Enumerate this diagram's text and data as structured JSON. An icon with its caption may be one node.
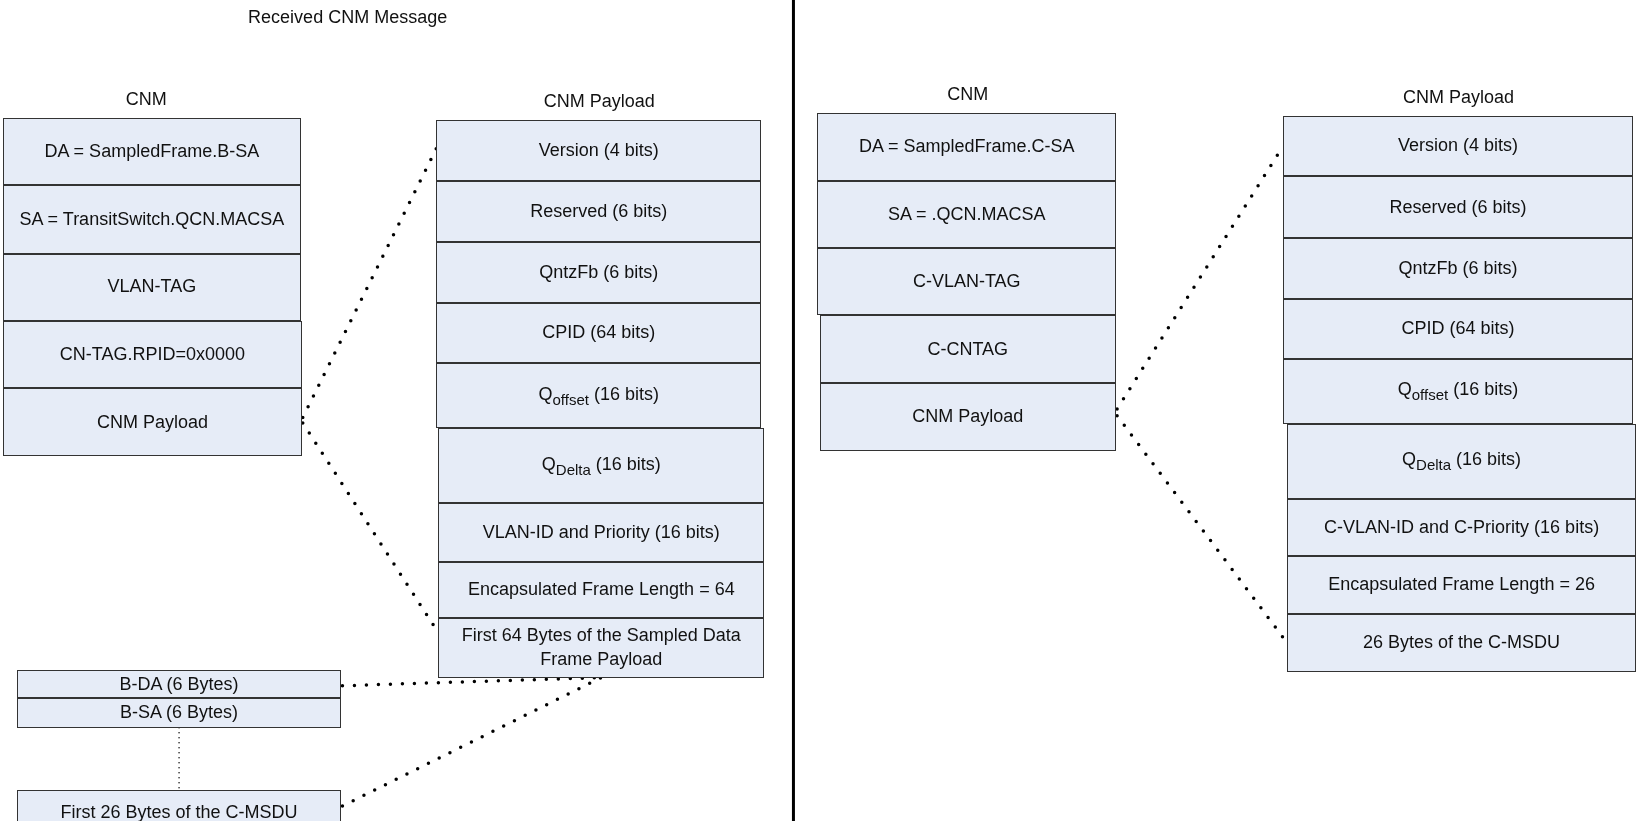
{
  "diagram": {
    "title": "Received CNM Message",
    "nodes": [
      {
        "text": [
          "DA = SampledFrame.B-SA"
        ]
      },
      {
        "text": [
          "SA = TransitSwitch.QCN.MACSA"
        ]
      },
      {
        "text": [
          "VLAN-TAG"
        ]
      },
      {
        "text": [
          "CN-TAG.RPID=0x0000"
        ]
      },
      {
        "text": [
          "CNM Payload"
        ]
      },
      {
        "text": [
          "Version (4 bits)"
        ]
      },
      {
        "text": [
          "Reserved (6 bits)"
        ]
      },
      {
        "text": [
          "QntzFb (6 bits)"
        ]
      },
      {
        "text": [
          "CPID (64 bits)"
        ]
      },
      {
        "text": [
          "Q$_{offset}$ (16 bits)"
        ]
      },
      {
        "text": [
          "Q$_{Delta}$ (16 bits)"
        ]
      },
      {
        "text": [
          "VLAN-ID and Priority (16 bits)"
        ]
      },
      {
        "text": [
          "Encapsulated Frame Length = 64"
        ]
      },
      {
        "text": [
          "First 64 Bytes of the Sampled Data Frame Payload"
        ]
      },
      {
        "text": [
          "B-DA (6 Bytes)"
        ]
      },
      {
        "text": [
          "B-SA (6 Bytes)"
        ]
      },
      {
        "text": [
          "First 26 Bytes of the C-MSDU"
        ]
      },
      {
        "text": [
          "DA = SampledFrame.C-SA"
        ]
      },
      {
        "text": [
          "SA = .QCN.MACSA"
        ]
      },
      {
        "text": [
          "C-VLAN-TAG"
        ]
      },
      {
        "text": [
          "C-CNTAG"
        ]
      },
      {
        "text": [
          "CNM Payload"
        ]
      },
      {
        "text": [
          "Version (4 bits)"
        ]
      },
      {
        "text": [
          "Reserved (6 bits)"
        ]
      },
      {
        "text": [
          "QntzFb (6 bits)"
        ]
      },
      {
        "text": [
          "CPID (64 bits)"
        ]
      },
      {
        "text": [
          "Q$_{offset}$ (16 bits)"
        ]
      },
      {
        "text": [
          "Q$_{Delta}$ (16 bits)"
        ]
      },
      {
        "text": [
          "C-VLAN-ID and C-Priority (16 bits)"
        ]
      },
      {
        "text": [
          "Encapsulated Frame Length = 26"
        ]
      },
      {
        "text": [
          "26 Bytes of the C-MSDU"
        ]
      }
    ],
    "edges": [
      {
        "from": 4,
        "to": 5,
        "arrow": "none"
      },
      {
        "from": 4,
        "to": 13,
        "arrow": "none"
      },
      {
        "from": 14,
        "to": 13,
        "arrow": "none"
      },
      {
        "from": 16,
        "to": 13,
        "arrow": "none"
      },
      {
        "from": 15,
        "to": 16,
        "arrow": "none"
      },
      {
        "from": 21,
        "to": 22,
        "arrow": "none"
      },
      {
        "from": 21,
        "to": 30,
        "arrow": "none"
      }
    ],
    "labels": [
      "CNM",
      "CNM Payload",
      "CNM",
      "CNM Payload"
    ]
  }
}
